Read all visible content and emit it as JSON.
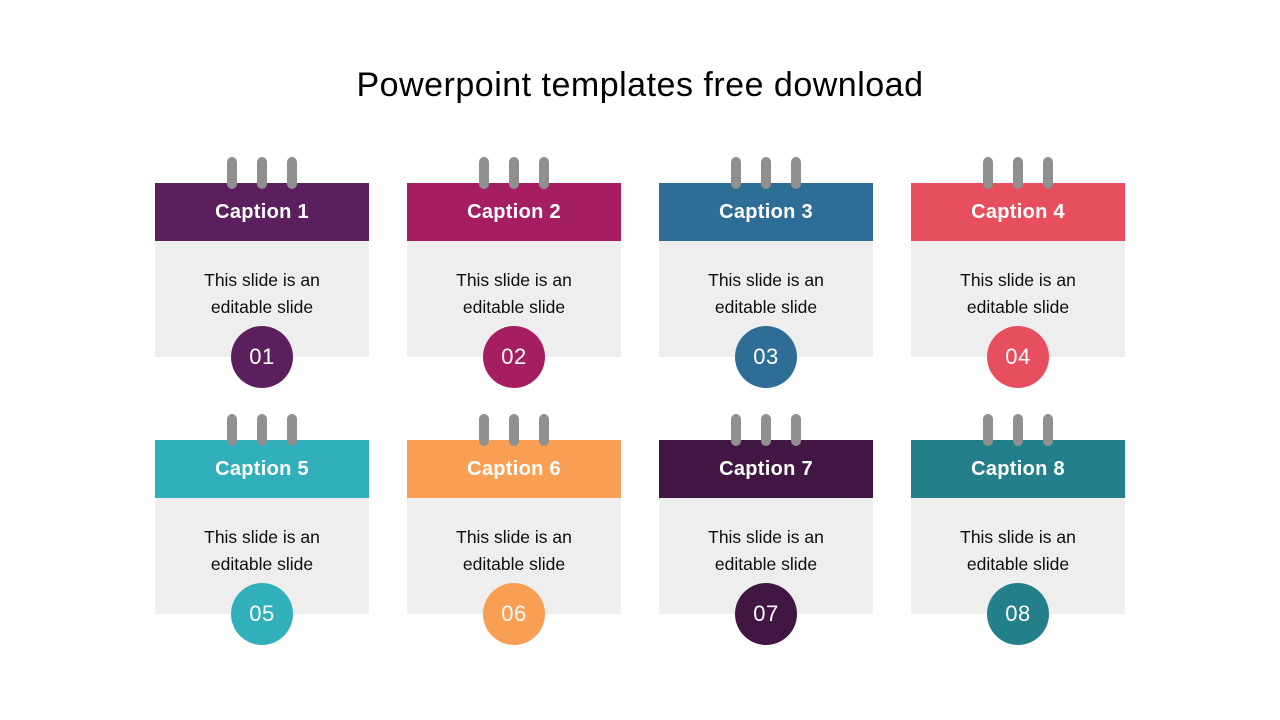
{
  "title": "Powerpoint templates free download",
  "description_text": "This slide is an editable slide",
  "pin_color": "#8f8f8f",
  "body_bg": "#eeeeee",
  "cards": [
    {
      "caption": "Caption 1",
      "description": "This slide is an editable slide",
      "number": "01",
      "color": "#5a1f5c"
    },
    {
      "caption": "Caption 2",
      "description": "This slide is an editable slide",
      "number": "02",
      "color": "#a41e61"
    },
    {
      "caption": "Caption 3",
      "description": "This slide is an editable slide",
      "number": "03",
      "color": "#2e6e96"
    },
    {
      "caption": "Caption 4",
      "description": "This slide is an editable slide",
      "number": "04",
      "color": "#e84f5e"
    },
    {
      "caption": "Caption 5",
      "description": "This slide is an editable slide",
      "number": "05",
      "color": "#31afba"
    },
    {
      "caption": "Caption 6",
      "description": "This slide is an editable slide",
      "number": "06",
      "color": "#f99f54"
    },
    {
      "caption": "Caption 7",
      "description": "This slide is an editable slide",
      "number": "07",
      "color": "#411643"
    },
    {
      "caption": "Caption 8",
      "description": "This slide is an editable slide",
      "number": "08",
      "color": "#23808b"
    }
  ]
}
